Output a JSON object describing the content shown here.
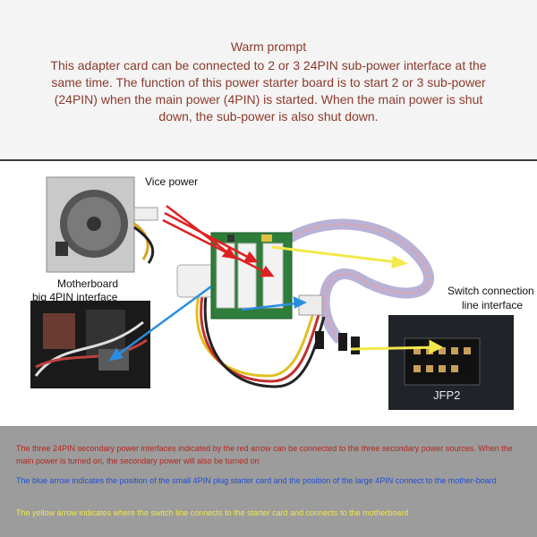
{
  "header": {
    "title": "Warm prompt",
    "text": "This adapter card can be connected to 2 or 3 24PIN sub-power interface at the same time. The function of this power starter board is to start 2 or 3 sub-power (24PIN) when the main power (4PIN) is started. When the main power is shut down, the sub-power is also shut down."
  },
  "labels": {
    "vice_power": "Vice power",
    "motherboard_line1": "Motherboard",
    "motherboard_line2": "big 4PIN interface",
    "switch_line1": "Switch connection",
    "switch_line2": "line interface",
    "jfp2": "JFP2"
  },
  "notes": {
    "red": "The three 24PIN secondary power interfaces indicated by the red arrow can be connected to the three secondary power sources. When the main power is turned on, the secondary power will also be turned on",
    "blue": "The blue arrow indicates the position of the small 4PIN plug starter card and the position of the large 4PIN connect to the mother-board",
    "yellow": "The yellow arrow indicates where the switch line connects to the starter card and connects to the motherboard"
  },
  "colors": {
    "header_text": "#8b3a2b",
    "red_arrow": "#e02020",
    "blue_arrow": "#2a8de0",
    "yellow_arrow": "#f3e94a",
    "board": "#2f7d3a"
  }
}
